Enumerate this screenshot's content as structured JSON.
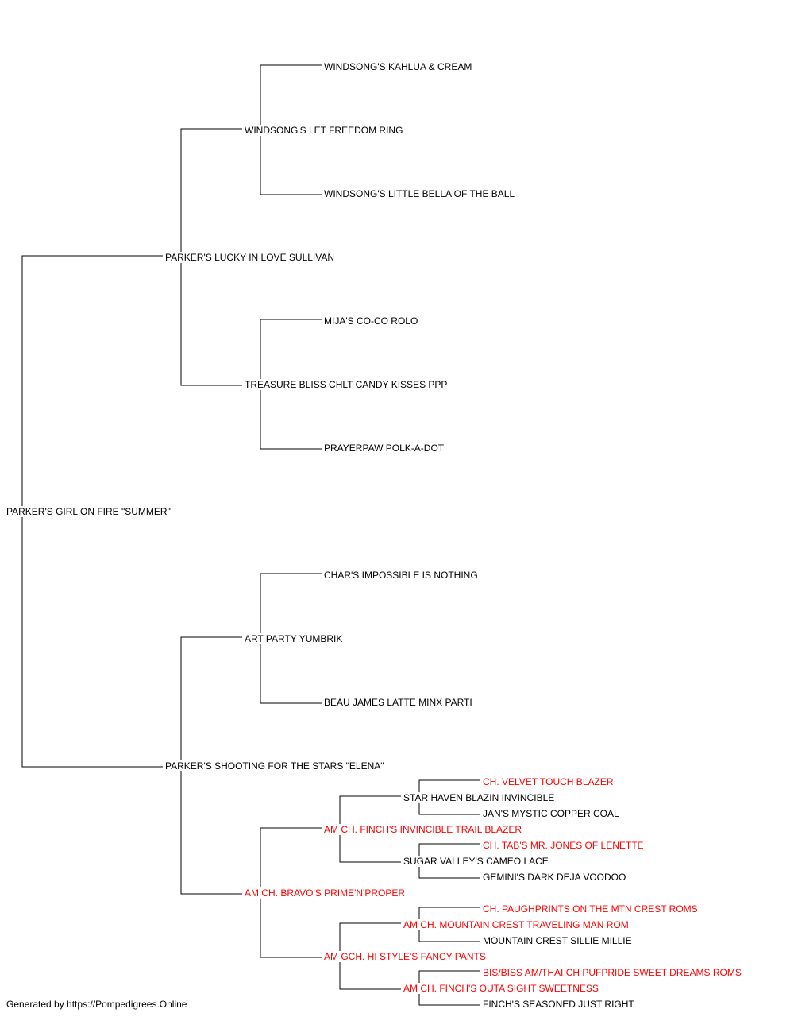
{
  "colors": {
    "connector": "#000000",
    "name": "#000000",
    "champion": "#ff0000"
  },
  "pedigree": {
    "subject": "PARKER'S GIRL ON FIRE \"SUMMER\"",
    "sire": {
      "name": "PARKER'S LUCKY IN LOVE SULLIVAN",
      "sire": {
        "name": "WINDSONG'S LET FREEDOM RING",
        "sire": "WINDSONG'S KAHLUA & CREAM",
        "dam": "WINDSONG'S LITTLE BELLA OF THE BALL"
      },
      "dam": {
        "name": "TREASURE BLISS CHLT CANDY KISSES PPP",
        "sire": "MIJA'S CO-CO ROLO",
        "dam": "PRAYERPAW POLK-A-DOT"
      }
    },
    "dam": {
      "name": "PARKER'S SHOOTING FOR THE STARS \"ELENA\"",
      "sire": {
        "name": "ART PARTY YUMBRIK",
        "sire": "CHAR'S IMPOSSIBLE IS NOTHING",
        "dam": "BEAU JAMES LATTE MINX PARTI"
      },
      "dam": {
        "name": "AM CH. BRAVO'S PRIME'N'PROPER",
        "sire": {
          "name": "AM CH. FINCH'S INVINCIBLE TRAIL BLAZER",
          "sire": {
            "name": "STAR HAVEN BLAZIN INVINCIBLE",
            "sire": "CH. VELVET TOUCH BLAZER",
            "dam": "JAN'S MYSTIC COPPER COAL"
          },
          "dam": {
            "name": "SUGAR VALLEY'S CAMEO LACE",
            "sire": "CH. TAB'S MR. JONES OF LENETTE",
            "dam": "GEMINI'S DARK DEJA VOODOO"
          }
        },
        "dam": {
          "name": "AM GCH. HI STYLE'S FANCY PANTS",
          "sire": {
            "name": "AM CH. MOUNTAIN CREST TRAVELING MAN ROM",
            "sire": "CH. PAUGHPRINTS ON THE MTN CREST ROMS",
            "dam": "MOUNTAIN CREST SILLIE MILLIE"
          },
          "dam": {
            "name": "AM CH. FINCH'S OUTA SIGHT SWEETNESS",
            "sire": "BIS/BISS AM/THAI CH PUFPRIDE SWEET DREAMS ROMS",
            "dam": "FINCH'S SEASONED JUST RIGHT"
          }
        }
      }
    }
  },
  "footer": "Generated by https://Pompedigrees.Online"
}
